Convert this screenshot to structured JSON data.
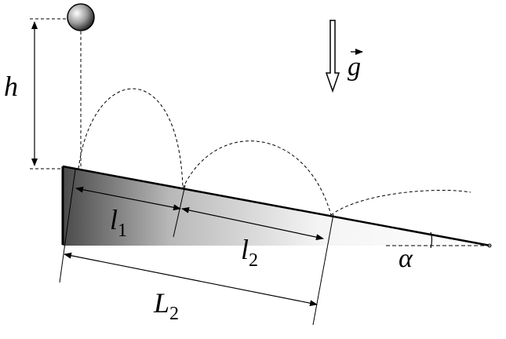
{
  "labels": {
    "h": "h",
    "g": "g",
    "l1_main": "l",
    "l1_sub": "1",
    "l2_main": "l",
    "l2_sub": "2",
    "L2_main": "L",
    "L2_sub": "2",
    "alpha": "α"
  }
}
